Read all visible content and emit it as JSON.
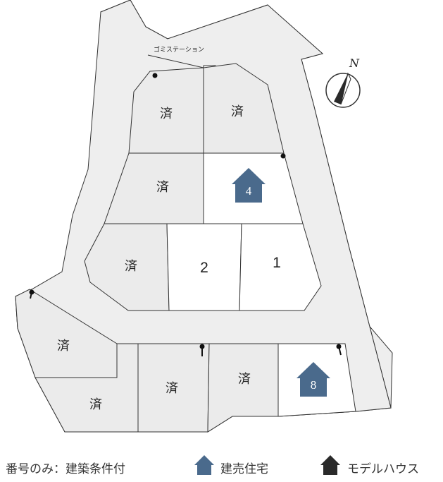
{
  "map": {
    "garbage_station_label": "ゴミステーション",
    "north_label": "N",
    "lots": [
      {
        "id": "a",
        "label": "済",
        "status": "sold"
      },
      {
        "id": "b",
        "label": "済",
        "status": "sold"
      },
      {
        "id": "c",
        "label": "済",
        "status": "sold"
      },
      {
        "id": "d",
        "label": "4",
        "status": "built-for-sale"
      },
      {
        "id": "e",
        "label": "済",
        "status": "sold"
      },
      {
        "id": "f",
        "label": "2",
        "status": "conditional"
      },
      {
        "id": "g",
        "label": "1",
        "status": "conditional"
      },
      {
        "id": "h",
        "label": "済",
        "status": "sold"
      },
      {
        "id": "i",
        "label": "済",
        "status": "sold"
      },
      {
        "id": "j",
        "label": "済",
        "status": "sold"
      },
      {
        "id": "k",
        "label": "済",
        "status": "sold"
      },
      {
        "id": "l",
        "label": "8",
        "status": "built-for-sale"
      }
    ]
  },
  "legend": {
    "number_only": "番号のみ：建築条件付",
    "built_for_sale": "建売住宅",
    "model_house": "モデルハウス"
  },
  "colors": {
    "house_blue": "#4a6a8c",
    "model_house_black": "#2a2a2a",
    "sold_fill": "#ebebeb",
    "road_fill": "#eeeeee"
  }
}
